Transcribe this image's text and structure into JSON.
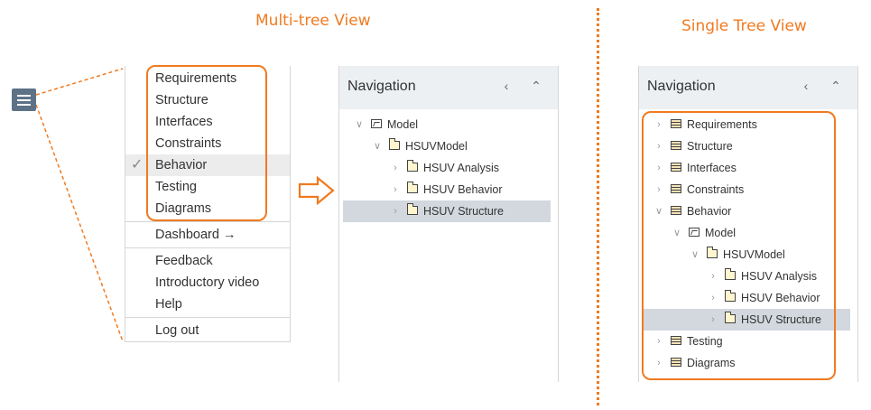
{
  "titles": {
    "multi_tree": "Multi-tree View",
    "single_tree": "Single Tree View"
  },
  "colors": {
    "accent": "#f07a20",
    "header_bg": "#edf0f3",
    "selected_bg": "#d2d8de",
    "hamburger_bg": "#5d7287"
  },
  "menu": {
    "icon": "hamburger-menu-icon",
    "check_icon": "checkmark-icon",
    "items": [
      {
        "label": "Requirements"
      },
      {
        "label": "Structure"
      },
      {
        "label": "Interfaces"
      },
      {
        "label": "Constraints"
      },
      {
        "label": "Behavior",
        "active": true
      },
      {
        "label": "Testing"
      },
      {
        "label": "Diagrams"
      }
    ],
    "dashboard": "Dashboard →",
    "feedback": "Feedback",
    "intro_video": "Introductory video",
    "help": "Help",
    "logout": "Log out"
  },
  "arrow_icon": "right-arrow-icon",
  "multi_panel": {
    "title": "Navigation",
    "collapse_icon": "chevron-left-icon",
    "up_icon": "chevron-up-icon",
    "rows": [
      {
        "label": "Model",
        "icon": "model-icon",
        "expanded": true
      },
      {
        "label": "HSUVModel",
        "icon": "folder-icon",
        "expanded": true
      },
      {
        "label": "HSUV Analysis",
        "icon": "folder-icon"
      },
      {
        "label": "HSUV Behavior",
        "icon": "folder-icon"
      },
      {
        "label": "HSUV Structure",
        "icon": "folder-icon",
        "selected": true
      }
    ]
  },
  "single_panel": {
    "title": "Navigation",
    "collapse_icon": "chevron-left-icon",
    "up_icon": "chevron-up-icon",
    "rows": [
      {
        "label": "Requirements",
        "icon": "category-icon"
      },
      {
        "label": "Structure",
        "icon": "category-icon"
      },
      {
        "label": "Interfaces",
        "icon": "category-icon"
      },
      {
        "label": "Constraints",
        "icon": "category-icon"
      },
      {
        "label": "Behavior",
        "icon": "category-icon",
        "expanded": true
      },
      {
        "label": "Model",
        "icon": "model-icon",
        "expanded": true
      },
      {
        "label": "HSUVModel",
        "icon": "folder-icon",
        "expanded": true
      },
      {
        "label": "HSUV Analysis",
        "icon": "folder-icon"
      },
      {
        "label": "HSUV Behavior",
        "icon": "folder-icon"
      },
      {
        "label": "HSUV Structure",
        "icon": "folder-icon",
        "selected": true
      },
      {
        "label": "Testing",
        "icon": "category-icon"
      },
      {
        "label": "Diagrams",
        "icon": "category-icon"
      }
    ]
  }
}
